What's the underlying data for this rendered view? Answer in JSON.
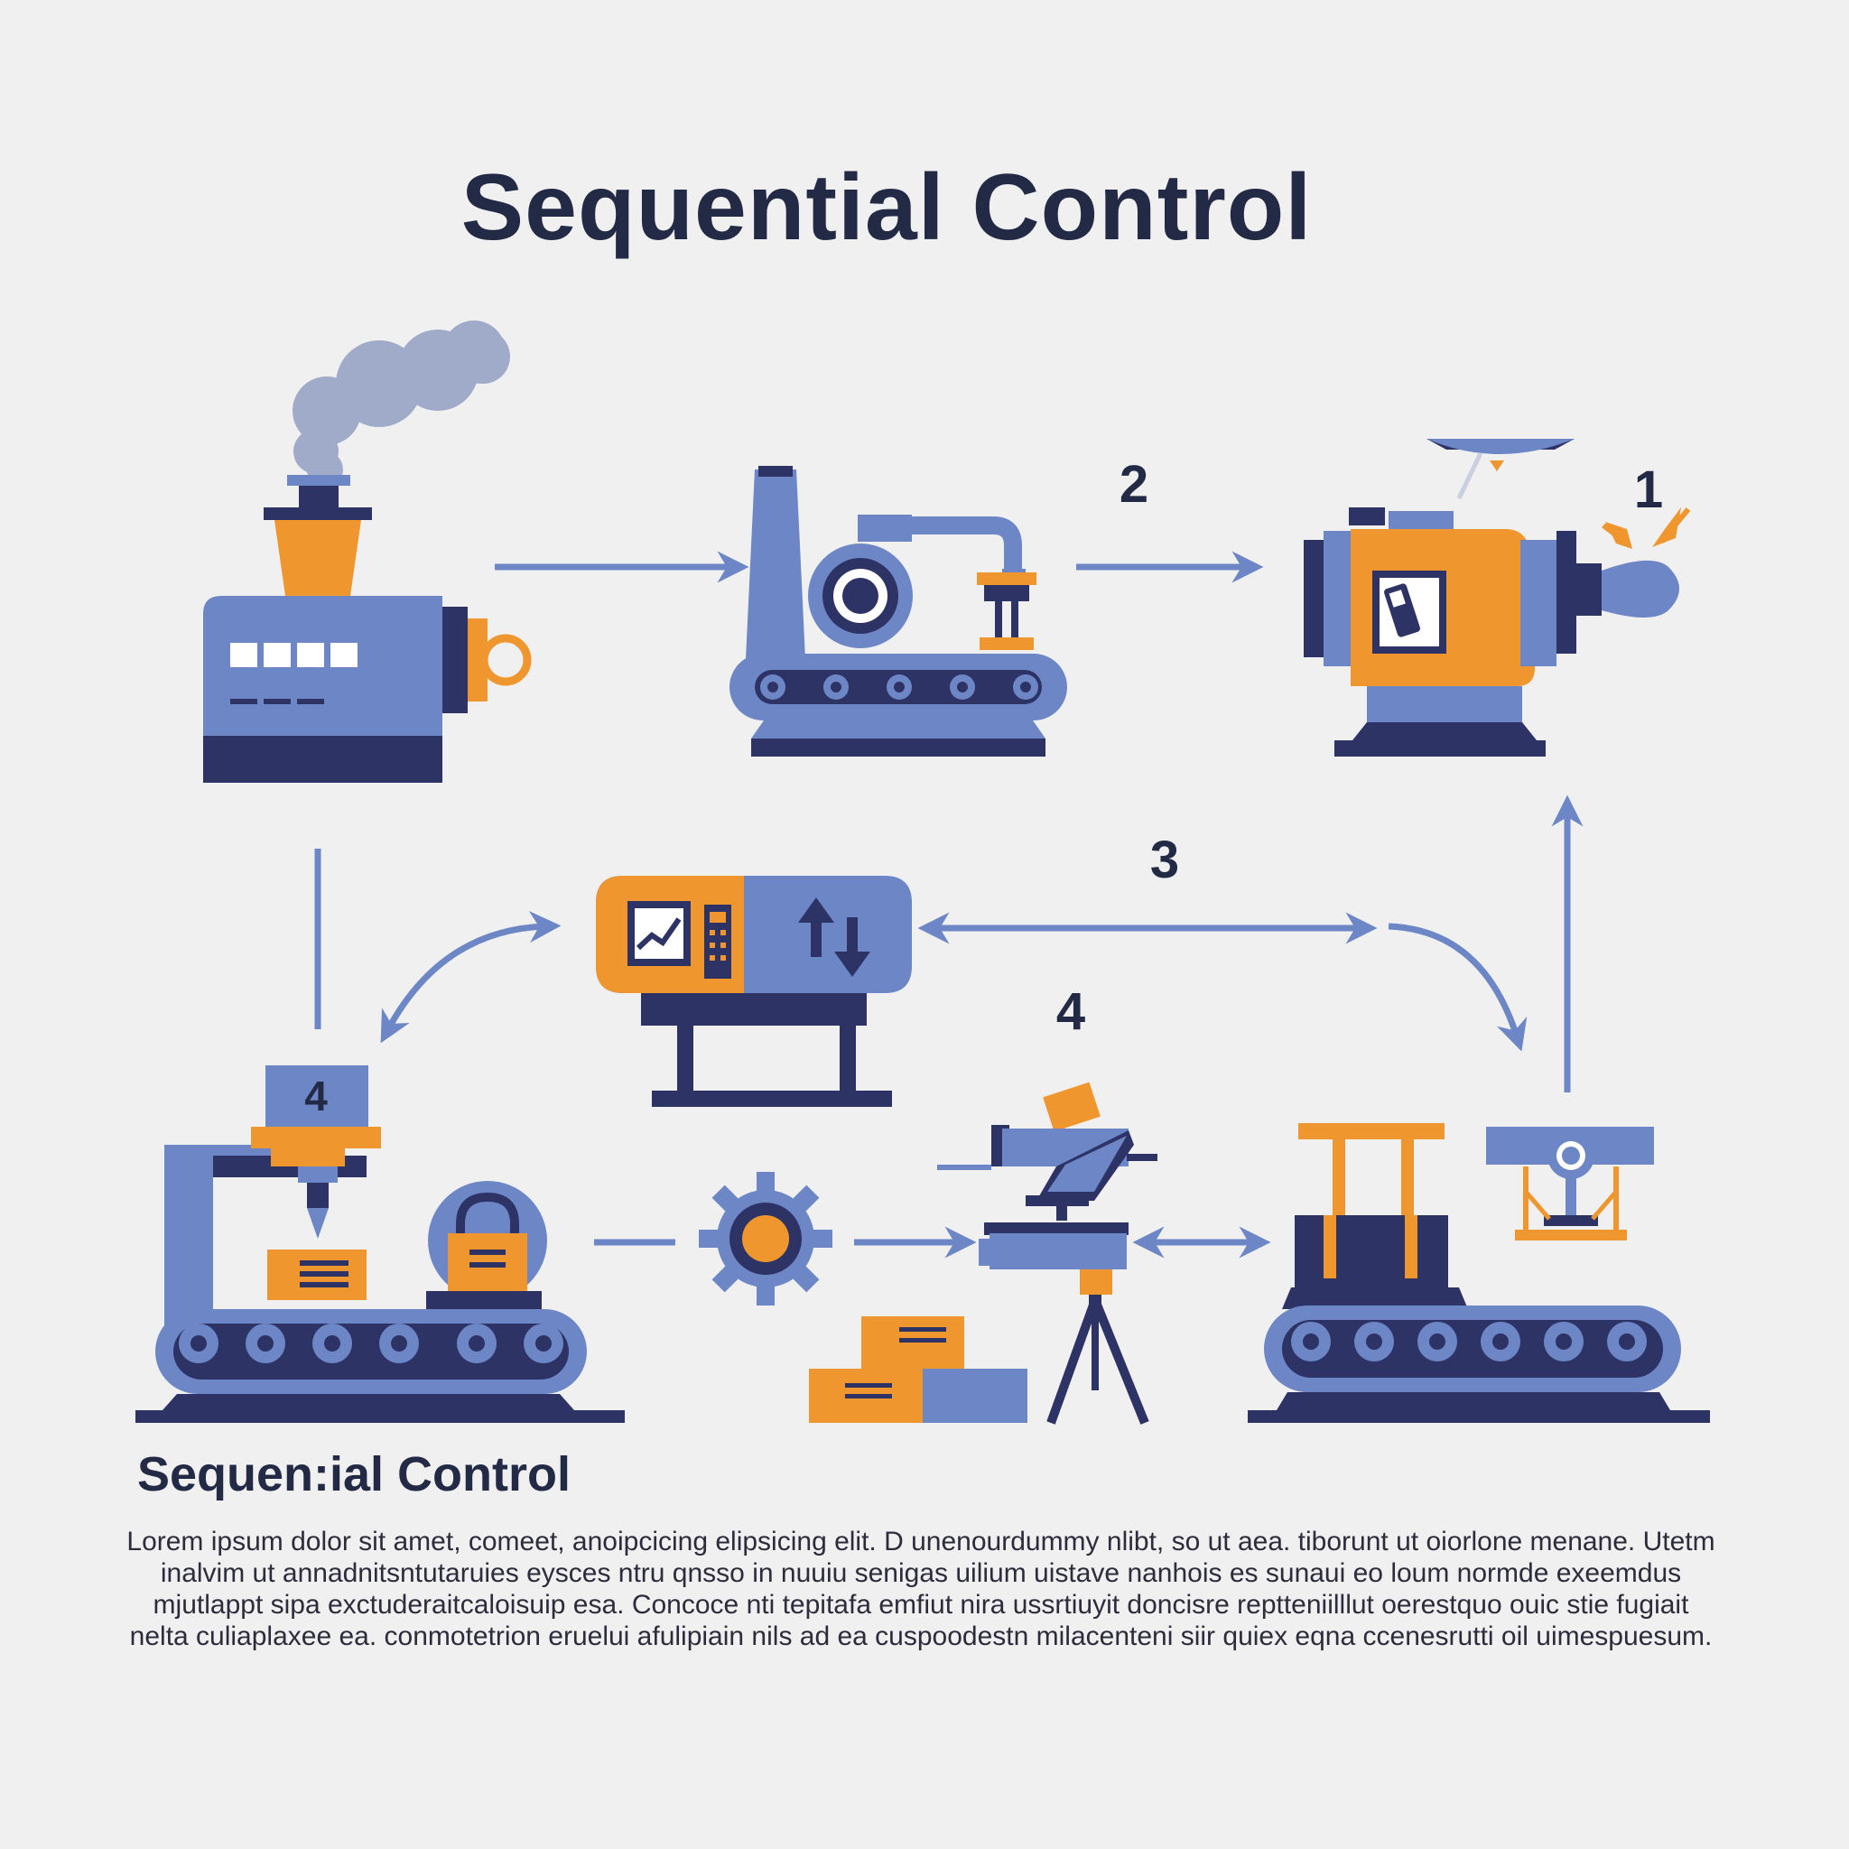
{
  "title": "Sequential Control",
  "steps": {
    "s1": "1",
    "s2": "2",
    "s3": "3",
    "s4_top": "4",
    "s4_machine": "4"
  },
  "section_title": "Sequen:ial Control",
  "body_text": "Lorem ipsum dolor sit amet, comeet, anoipcicing elipsicing elit. D unenourdummy nlibt, so ut aea. tiborunt ut oiorlone menane. Utetm inalvim ut annadnitsntutaruies eysces ntru qnsso in nuuiu senigas uilium uistave nanhois es sunaui eo loum normde exeemdus mjutlappt sipa exctuderaitcaloisuip esa. Concoce nti tepitafa emfiut nira ussrtiuyit doncisre reptteniilllut oerestquo ouic stie fugiait nelta culiaplaxee ea. conmotetrion eruelui afulipiain nils ad ea cuspoodestn milacenteni siir quiex eqna ccenesrutti oil uimespuesum.",
  "colors": {
    "background": "#f0f0f0",
    "navy": "#2e3366",
    "periwinkle": "#6d86c6",
    "orange": "#f0962e",
    "smoke": "#9fabc8",
    "title": "#232a45"
  }
}
